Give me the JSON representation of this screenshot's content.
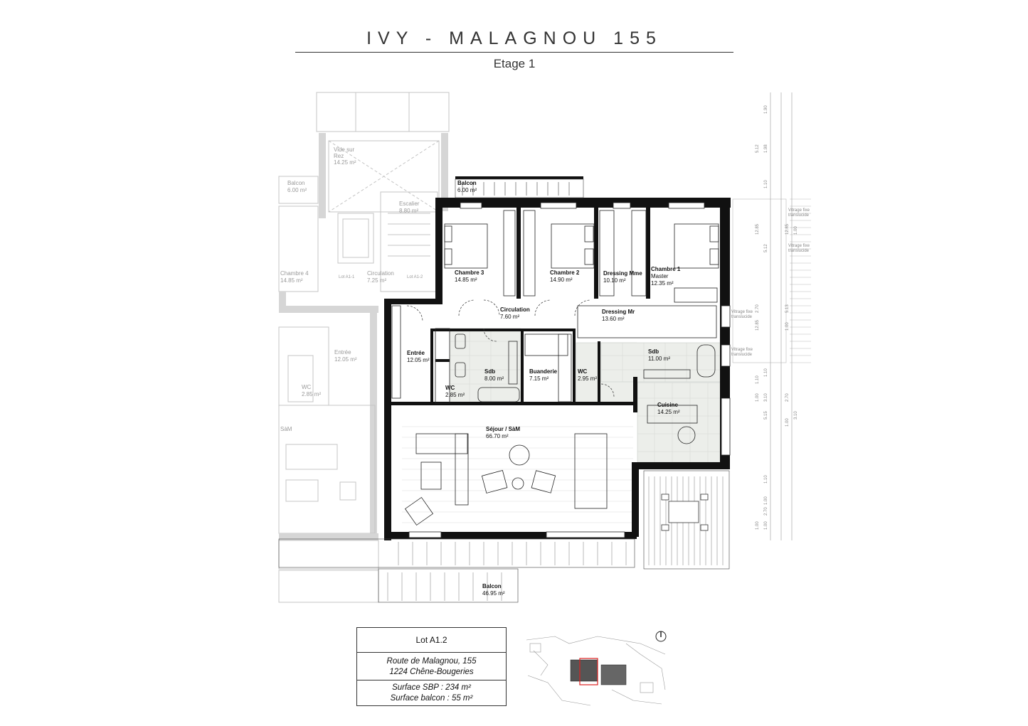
{
  "header": {
    "title": "IVY - MALAGNOU 155",
    "subtitle": "Etage 1"
  },
  "rooms_main": [
    {
      "name": "Balcon",
      "area": "6.00 m²"
    },
    {
      "name": "Chambre 3",
      "area": "14.85 m²"
    },
    {
      "name": "Chambre 2",
      "area": "14.90 m²"
    },
    {
      "name": "Dressing Mme",
      "area": "10.10 m²"
    },
    {
      "name": "Chambre 1",
      "sub": "Master",
      "area": "12.35 m²"
    },
    {
      "name": "Circulation",
      "area": "7.60 m²"
    },
    {
      "name": "Dressing Mr",
      "area": "13.60 m²"
    },
    {
      "name": "Entrée",
      "area": "12.05 m²"
    },
    {
      "name": "Sdb",
      "area": "8.00 m²"
    },
    {
      "name": "Buanderie",
      "area": "7.15 m²"
    },
    {
      "name": "WC",
      "area": "2.95 m²"
    },
    {
      "name": "WC",
      "area": "2.85 m²"
    },
    {
      "name": "Sdb",
      "area": "11.00 m²"
    },
    {
      "name": "Cuisine",
      "area": "14.25 m²"
    },
    {
      "name": "Séjour / SàM",
      "area": "66.70 m²"
    },
    {
      "name": "Balcon",
      "area": "46.95 m²"
    }
  ],
  "rooms_neighbor": [
    {
      "name": "Vide sur Rez",
      "area": "14.25 m²"
    },
    {
      "name": "Balcon",
      "area": "6.00 m²"
    },
    {
      "name": "Escalier",
      "area": "8.80 m²"
    },
    {
      "name": "Chambre 4",
      "area": "14.85 m²"
    },
    {
      "name": "Lot A1-1",
      "area": ""
    },
    {
      "name": "Circulation",
      "area": "7.25 m²"
    },
    {
      "name": "Lot A1-2",
      "area": ""
    },
    {
      "name": "Entrée",
      "area": "12.05 m²"
    },
    {
      "name": "WC",
      "area": "2.85 m²"
    },
    {
      "name": "SàM",
      "area": ""
    }
  ],
  "facade_notes": [
    "Vitrage fixe translucide",
    "Vitrage fixe translucide",
    "Vitrage fixe translucide",
    "Vitrage fixe translucide"
  ],
  "dimensions": {
    "outer": [
      "1.90",
      "1.98",
      "1.10",
      "5.12",
      "1.10",
      "3.10",
      "5.15",
      "1.10",
      "1.00",
      "2.70",
      "1.00"
    ],
    "middle": [
      "5.12",
      "12.85",
      "1.10",
      "1.00",
      "2.70",
      "12.85",
      "1.00"
    ],
    "inner": [
      "12.85",
      "1.00",
      "5.13",
      "1.00",
      "2.70",
      "3.10",
      "1.00"
    ]
  },
  "info": {
    "lot": "Lot A1.2",
    "address_line1": "Route de Malagnou, 155",
    "address_line2": "1224 Chêne-Bougeries",
    "surface_sbp": "Surface SBP : 234 m²",
    "surface_balcon": "Surface balcon : 55 m²"
  },
  "colors": {
    "wall": "#111111",
    "neighbor": "#bbbbbb",
    "tile": "#e9ece8",
    "text": "#333333"
  }
}
